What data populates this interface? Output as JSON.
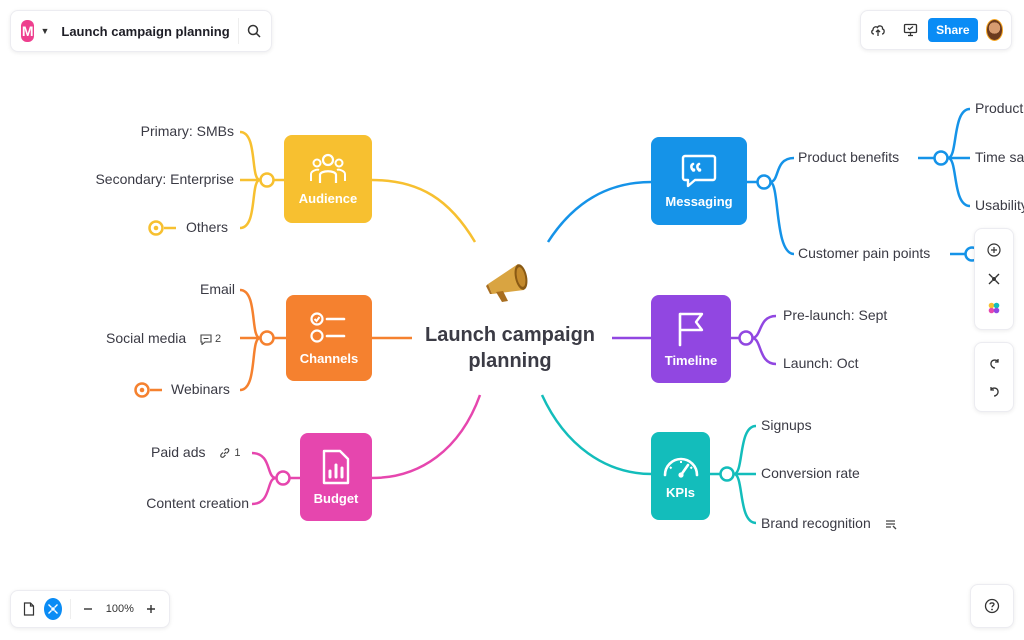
{
  "header": {
    "title": "Launch campaign planning",
    "logo_letter": "M",
    "share_label": "Share"
  },
  "zoom": {
    "value": "100%"
  },
  "colors": {
    "audience": "#f7c030",
    "channels": "#f5812f",
    "budget": "#e646ae",
    "messaging": "#1593e8",
    "timeline": "#9147e1",
    "kpis": "#13bdbb",
    "share": "#0a8cf5"
  },
  "mindmap": {
    "center": "Launch campaign planning",
    "left": [
      {
        "label": "Audience",
        "icon": "users-icon",
        "children": [
          "Primary: SMBs",
          "Secondary: Enterprise",
          "Others"
        ]
      },
      {
        "label": "Channels",
        "icon": "checklist-icon",
        "children": [
          "Email",
          "Social media",
          "Webinars"
        ],
        "comment_count": "2"
      },
      {
        "label": "Budget",
        "icon": "report-chart-icon",
        "children": [
          "Paid ads",
          "Content creation"
        ],
        "link_count": "1"
      }
    ],
    "right": [
      {
        "label": "Messaging",
        "icon": "quote-bubble-icon",
        "children": [
          {
            "label": "Product benefits",
            "children": [
              "Productivity",
              "Time sa",
              "Usability"
            ]
          },
          {
            "label": "Customer pain points"
          }
        ]
      },
      {
        "label": "Timeline",
        "icon": "flag-icon",
        "children": [
          "Pre-launch: Sept",
          "Launch: Oct"
        ]
      },
      {
        "label": "KPIs",
        "icon": "gauge-icon",
        "children": [
          "Signups",
          "Conversion rate",
          "Brand recognition"
        ]
      }
    ]
  }
}
